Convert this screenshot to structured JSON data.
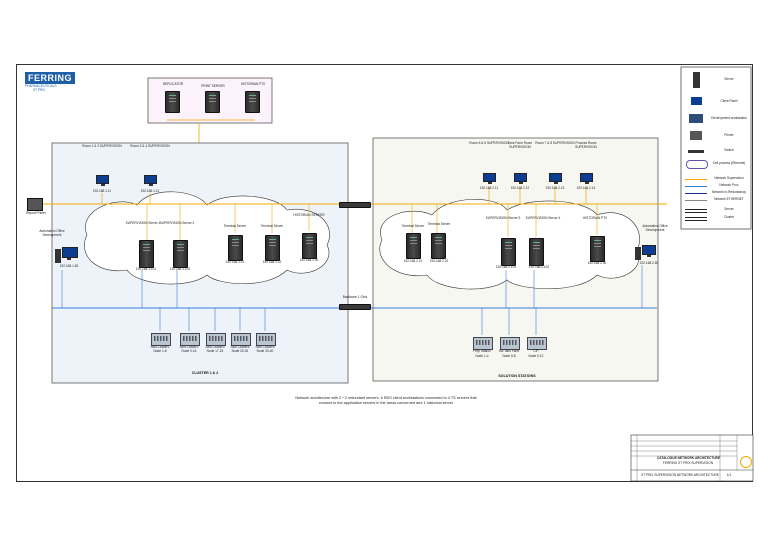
{
  "logo": {
    "brand": "FERRING",
    "tagline": "PHARMACEUTICALS",
    "site": "ST PRIX"
  },
  "top_servers": [
    {
      "name": "REPLICATOR",
      "ip": ""
    },
    {
      "name": "PRINT SERVER",
      "ip": ""
    },
    {
      "name": "HISTORIAN PT0",
      "ip": ""
    }
  ],
  "left_zone": {
    "title": "CLUSTER 1 & 2",
    "clients": [
      {
        "name": "Room 1 & 2 SUPERVISION",
        "ip": "192.168.1.11"
      },
      {
        "name": "Room 3 & 4 SUPERVISION",
        "ip": "192.168.1.12"
      }
    ],
    "servers": [
      {
        "name": "SUPERVISION Server 1",
        "ip": "192.168.1.101"
      },
      {
        "name": "SUPERVISION Server 2",
        "ip": "192.168.1.102"
      },
      {
        "name": "Terminal Server",
        "ip": "192.168.1.21"
      },
      {
        "name": "Terminal Server",
        "ip": "192.168.1.22"
      },
      {
        "name": "HISTORIAN SERVER",
        "ip": "192.168.1.30"
      }
    ],
    "automation_office": {
      "name": "Automation Office Development",
      "ip": "192.168.1.50"
    },
    "plcs": [
      {
        "name": "Skid Cluster1",
        "ip": "Node 1-8"
      },
      {
        "name": "Skid Cluster2",
        "ip": "Node 9-16"
      },
      {
        "name": "Skid Cluster3",
        "ip": "Node 17-24"
      },
      {
        "name": "Skid Cluster4",
        "ip": "Node 25-32"
      },
      {
        "name": "Skid Cluster5",
        "ip": "Node 33-40"
      }
    ]
  },
  "right_zone": {
    "title": "SOLUTION STATIONS",
    "clients": [
      {
        "name": "Room 5 & 6 SUPERVISION",
        "ip": "192.168.2.11"
      },
      {
        "name": "Tank Farm Room SUPERVISION",
        "ip": "192.168.2.12"
      },
      {
        "name": "Room 7 & 8 SUPERVISION",
        "ip": "192.168.2.13"
      },
      {
        "name": "Process Room SUPERVISION",
        "ip": "192.168.2.14"
      }
    ],
    "servers": [
      {
        "name": "Terminal Server",
        "ip": "192.168.2.21"
      },
      {
        "name": "Terminal Server",
        "ip": "192.168.2.22"
      },
      {
        "name": "SUPERVISION Server 3",
        "ip": "192.168.2.101"
      },
      {
        "name": "SUPERVISION Server 4",
        "ip": "192.168.2.102"
      },
      {
        "name": "HISTORIAN PT0",
        "ip": "192.168.2.30"
      }
    ],
    "automation_office": {
      "name": "Automation Office Development",
      "ip": "192.168.2.50"
    },
    "plcs": [
      {
        "name": "Prep Station",
        "ip": "Node 1-4"
      },
      {
        "name": "Sol Tank Farm",
        "ip": "Node 5-8"
      },
      {
        "name": "CIP",
        "ip": "Node 9-12"
      }
    ]
  },
  "report_printer": "Report Printer",
  "switch_labels": {
    "core": "",
    "lower": "Backbone 1 Gb/s"
  },
  "caption": "Network architecture with 2 * 2 redundant servers, 6 RDS client workstations connected to 4 TS servers that connect to the application servers in the areas concerned and 1 historical server",
  "legend": [
    {
      "label": "Server",
      "icon": "server-icon"
    },
    {
      "label": "Client Panel",
      "icon": "monitor-icon"
    },
    {
      "label": "Development workstation",
      "icon": "workstation-icon"
    },
    {
      "label": "Printer",
      "icon": "printer-icon"
    },
    {
      "label": "Switch",
      "icon": "switch-icon"
    },
    {
      "label": "Cell process (Ethernet)",
      "icon": "cloud-icon"
    },
    {
      "label": "Network Supervision",
      "icon": "line-orange"
    },
    {
      "label": "Network Proc",
      "icon": "line-blue"
    },
    {
      "label": "Network to Redundancy",
      "icon": "line-darkblue"
    },
    {
      "label": "Network ETHERNET",
      "icon": "line-gray"
    },
    {
      "label": "Server",
      "icon": "line-double"
    },
    {
      "label": "Cluster",
      "icon": "line-double"
    }
  ],
  "title_block": {
    "project": "CATALOGUE NETWORK ARCHITECTURE",
    "subtitle": "FERRING ST PRIX SUPERVISION",
    "doc": "ST PRIX SUPERVISION NETWORK ARCHITECTURE",
    "sheet": "1/1"
  },
  "colors": {
    "supervision_net": "#f2a900",
    "proc_net": "#3b7dd8",
    "left_zone_fill": "#eef3fa",
    "right_zone_fill": "#f6f7f1"
  }
}
